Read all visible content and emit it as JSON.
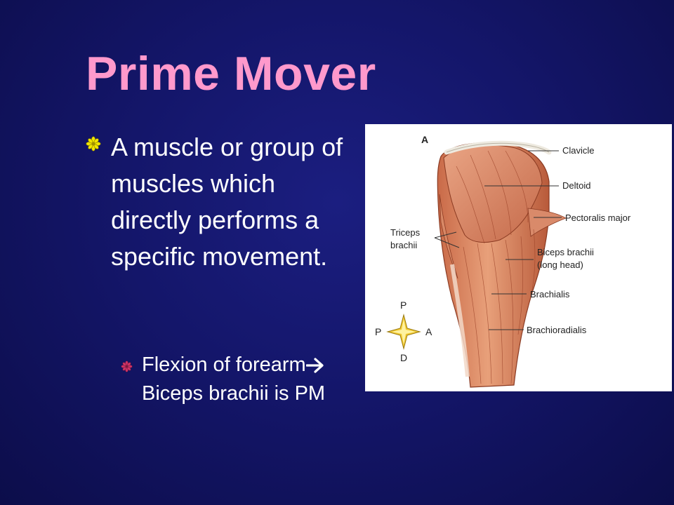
{
  "slide": {
    "title": "Prime Mover",
    "bullet_main": "A muscle or group of muscles which directly performs a specific movement.",
    "sub_bullet": {
      "prefix": "Flexion of forearm",
      "suffix": "Biceps brachii is PM"
    }
  },
  "figure": {
    "panel_label": "A",
    "labels": {
      "clavicle": "Clavicle",
      "deltoid": "Deltoid",
      "pectoralis": "Pectoralis major",
      "triceps_1": "Triceps",
      "triceps_2": "brachii",
      "biceps_1": "Biceps brachii",
      "biceps_2": "(long head)",
      "brachialis": "Brachialis",
      "brachioradialis": "Brachioradialis"
    },
    "compass": {
      "top": "P",
      "left": "P",
      "right": "A",
      "bottom": "D"
    }
  },
  "colors": {
    "title": "#ff99cc",
    "bullet_l1": "#f2e600",
    "bullet_l2": "#cc3366",
    "text": "#ffffff"
  }
}
